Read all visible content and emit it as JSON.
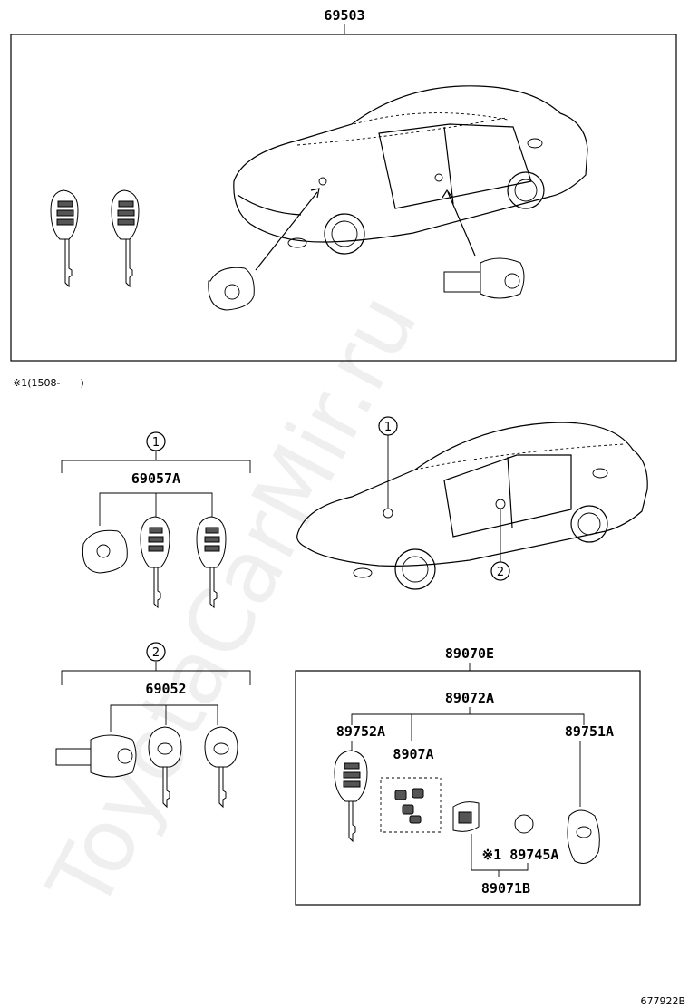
{
  "labels": {
    "top_assembly": "69503",
    "note": "※1(1508-　　)",
    "callout_1": "1",
    "callout_2": "2",
    "kit_1": "69057A",
    "kit_2": "69052",
    "transmitter_assy": "89070E",
    "transmitter_sub": "89072A",
    "key_89752A": "89752A",
    "case_8907A": "8907A",
    "key_89751A": "89751A",
    "battery_note": "※1 89745A",
    "battery_holder": "89071B",
    "diagram_id": "677922B"
  },
  "watermark": "ToyotaCarMir.ru"
}
